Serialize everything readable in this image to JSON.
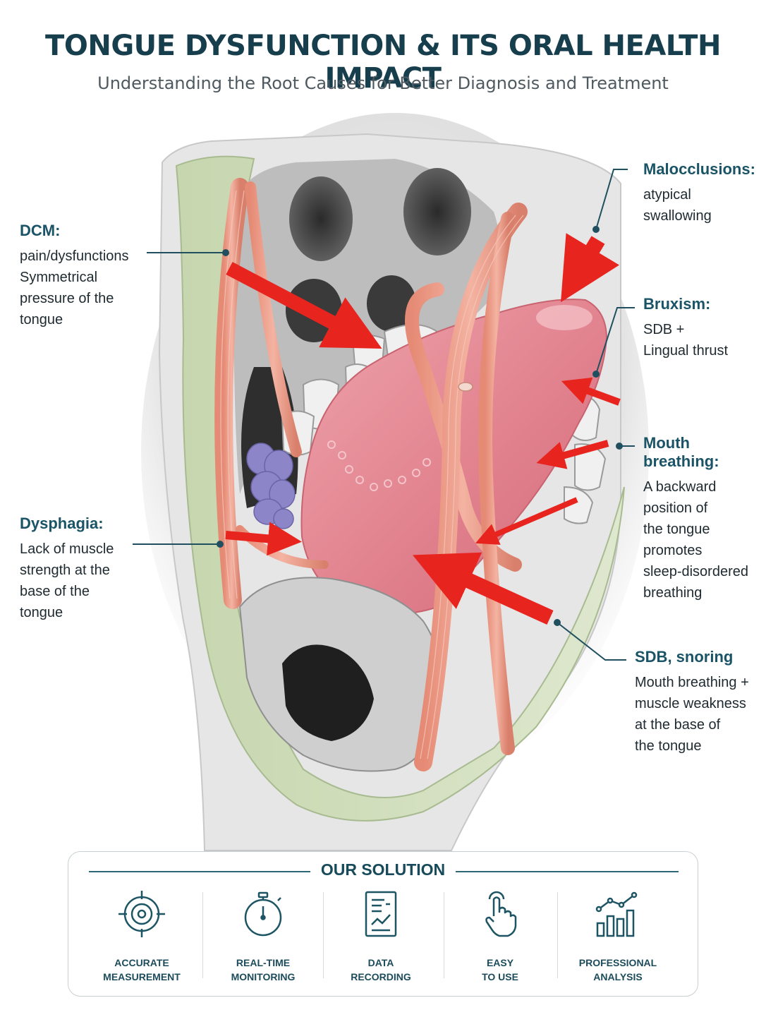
{
  "header": {
    "title": "TONGUE DYSFUNCTION & ITS ORAL HEALTH IMPACT",
    "subtitle": "Understanding the Root Causes for Better Diagnosis and Treatment"
  },
  "callouts": {
    "dcm": {
      "heading": "DCM:",
      "lines": [
        "pain/dysfunctions",
        "Symmetrical",
        "pressure of the",
        "tongue"
      ]
    },
    "dysphagia": {
      "heading": "Dysphagia:",
      "lines": [
        "Lack of muscle",
        "strength at the",
        "base of the",
        "tongue"
      ]
    },
    "malocclusions": {
      "heading": "Malocclusions:",
      "lines": [
        "atypical",
        "swallowing"
      ]
    },
    "bruxism": {
      "heading": "Bruxism:",
      "lines": [
        "SDB +",
        "Lingual thrust"
      ]
    },
    "mouth_breathing": {
      "heading": "Mouth breathing:",
      "lines": [
        "A backward",
        "position of",
        "the tongue",
        "promotes",
        "sleep-disordered",
        "breathing"
      ]
    },
    "sdb": {
      "heading": "SDB, snoring",
      "lines": [
        "Mouth breathing +",
        "muscle weakness",
        "at the base of",
        "the tongue"
      ]
    }
  },
  "solution": {
    "title": "OUR SOLUTION",
    "features": [
      {
        "icon": "target-icon",
        "label": "ACCURATE\nMEASUREMENT"
      },
      {
        "icon": "stopwatch-icon",
        "label": "REAL-TIME\nMONITORING"
      },
      {
        "icon": "document-chart-icon",
        "label": "DATA\nRECORDING"
      },
      {
        "icon": "hand-tap-icon",
        "label": "EASY\nTO USE"
      },
      {
        "icon": "bar-chart-icon",
        "label": "PROFESSIONAL\nANALYSIS"
      }
    ]
  },
  "colors": {
    "title": "#163e4c",
    "accent": "#1a5466",
    "arrow_red": "#e8241f",
    "muscle": "#e79a86",
    "tongue": "#e2838f",
    "green_frame": "#cddbb8",
    "gland": "#8a85c6"
  }
}
